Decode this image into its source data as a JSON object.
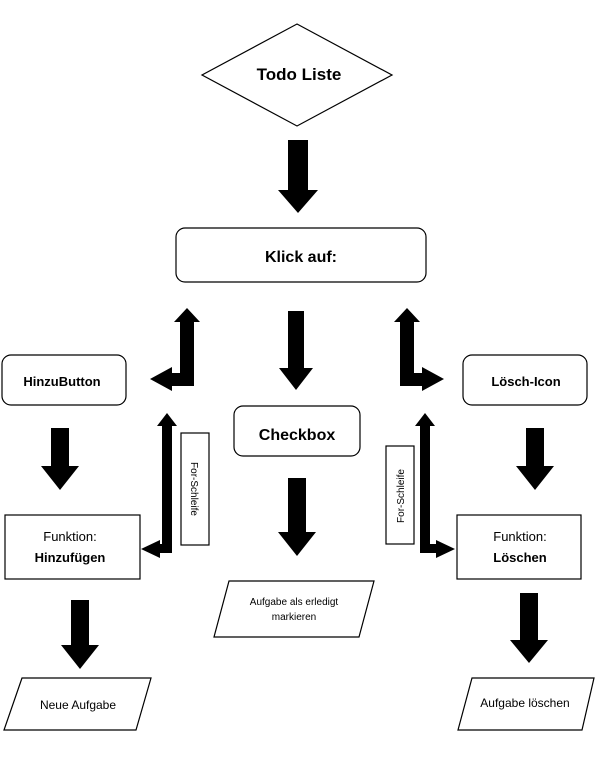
{
  "title": "Todo Liste",
  "click": "Klick auf:",
  "left_branch": {
    "trigger": "HinzuButton",
    "function_label": "Funktion:",
    "function_name": "Hinzufügen",
    "loop": "For-Schleife",
    "result": "Neue Aufgabe"
  },
  "middle_branch": {
    "trigger": "Checkbox",
    "result_line1": "Aufgabe als erledigt",
    "result_line2": "markieren"
  },
  "right_branch": {
    "trigger": "Lösch-Icon",
    "function_label": "Funktion:",
    "function_name": "Löschen",
    "loop": "For-Schleife",
    "result": "Aufgabe löschen"
  }
}
